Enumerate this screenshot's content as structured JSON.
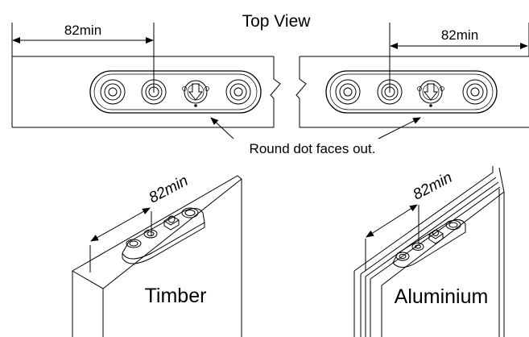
{
  "top_view": {
    "title": "Top View",
    "left_dimension": "82min",
    "right_dimension": "82min",
    "note": "Round dot faces out."
  },
  "timber": {
    "label": "Timber",
    "dimension": "82min"
  },
  "aluminium": {
    "label": "Aluminium",
    "dimension": "82min"
  }
}
